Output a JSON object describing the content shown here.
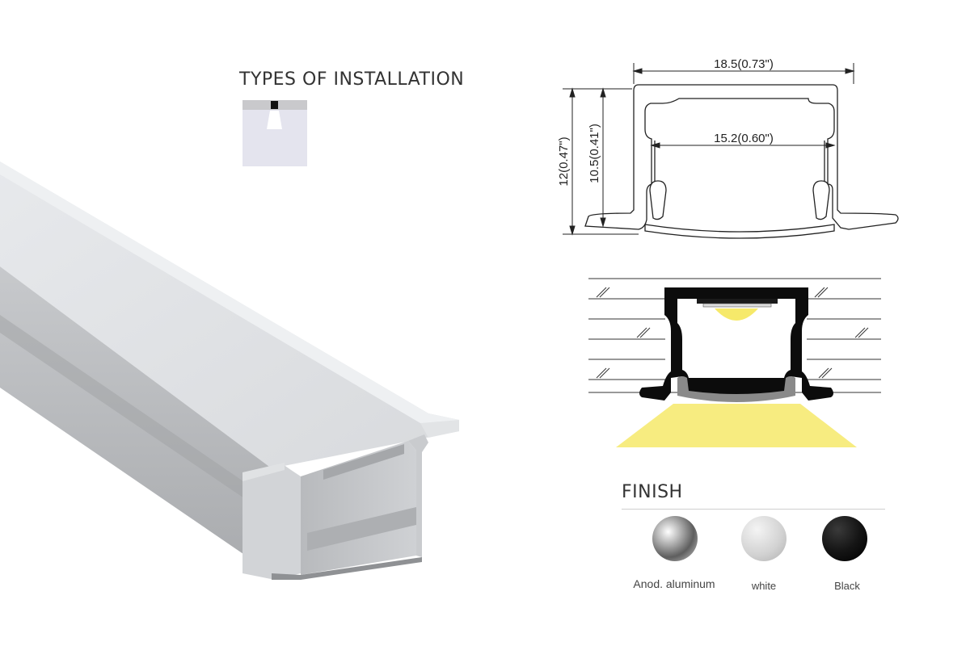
{
  "install": {
    "title": "TYPES OF INSTALLATION"
  },
  "drawing": {
    "outer_width": "18.5(0.73\")",
    "inner_width": "15.2(0.60\")",
    "total_height": "12(0.47\")",
    "inner_height": "10.5(0.41\")"
  },
  "finish": {
    "title": "FINISH",
    "options": [
      {
        "label": "Anod. aluminum",
        "color": "#9a9a9a"
      },
      {
        "label": "white",
        "color": "#d4d4d4"
      },
      {
        "label": "Black",
        "color": "#151515"
      }
    ]
  },
  "colors": {
    "light": "#f6e96a",
    "profile_dark": "#0c0c0c",
    "diffuser": "#8a8a8a"
  }
}
